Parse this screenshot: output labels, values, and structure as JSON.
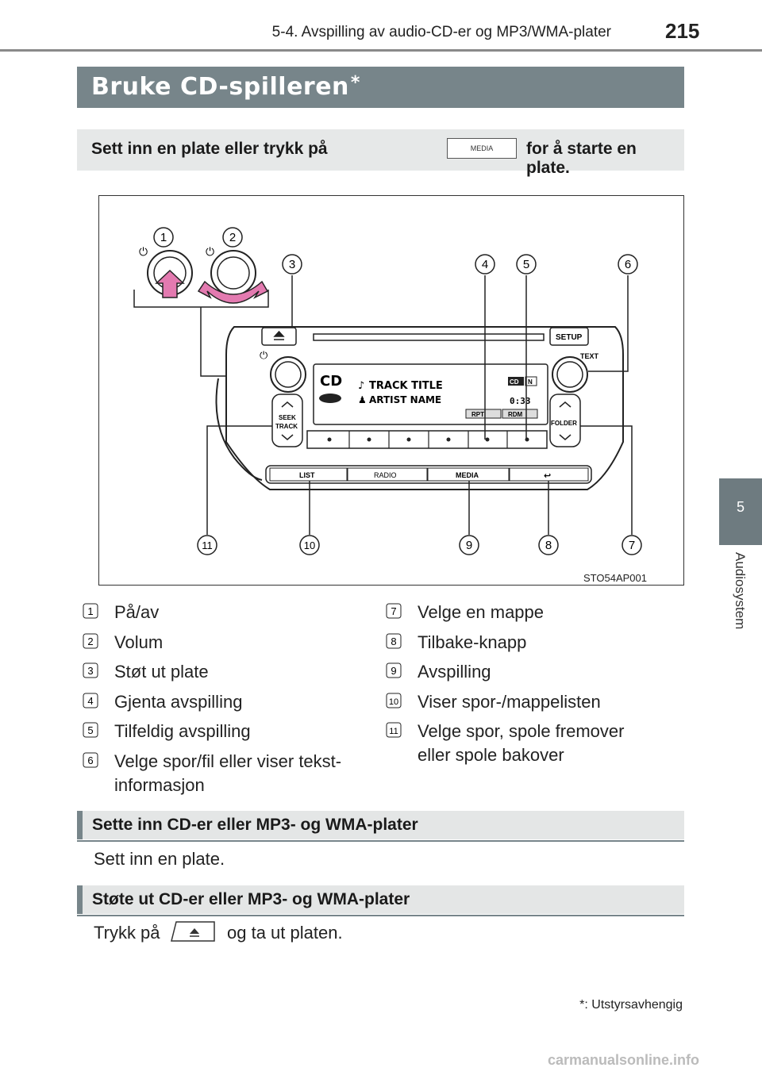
{
  "header": {
    "section": "5-4. Avspilling av audio-CD-er og MP3/WMA-plater",
    "page_number": "215"
  },
  "side_tab": {
    "number": "5",
    "label": "Audiosystem"
  },
  "title": {
    "text": "Bruke CD-spilleren",
    "mark": "*"
  },
  "instruction": {
    "before": "Sett inn en plate eller trykk på",
    "key_label": "MEDIA",
    "after": "for å starte en plate."
  },
  "figure": {
    "code": "STO54AP001",
    "display_track": "TRACK TITLE",
    "display_artist": "ARTIST NAME",
    "display_cd": "CD",
    "display_time": "0:33",
    "display_rpt": "RPT",
    "display_rdm": "RDM",
    "display_badge": "CD",
    "display_badge2": "N",
    "seek_label1": "SEEK",
    "seek_label2": "TRACK",
    "folder_label": "FOLDER",
    "setup_label": "SETUP",
    "text_label": "TEXT",
    "bottom_buttons": [
      "LIST",
      "RADIO",
      "MEDIA",
      "↩"
    ],
    "callouts": [
      "1",
      "2",
      "3",
      "4",
      "5",
      "6",
      "7",
      "8",
      "9",
      "10",
      "11"
    ]
  },
  "legend": {
    "left": [
      {
        "num": "1",
        "text": "På/av"
      },
      {
        "num": "2",
        "text": "Volum"
      },
      {
        "num": "3",
        "text": "Støt ut plate"
      },
      {
        "num": "4",
        "text": "Gjenta avspilling"
      },
      {
        "num": "5",
        "text": "Tilfeldig avspilling"
      },
      {
        "num": "6",
        "text_line1": "Velge spor/fil eller viser tekst-",
        "text_line2": "informasjon"
      }
    ],
    "right": [
      {
        "num": "7",
        "text": "Velge en mappe"
      },
      {
        "num": "8",
        "text": "Tilbake-knapp"
      },
      {
        "num": "9",
        "text": "Avspilling"
      },
      {
        "num": "10",
        "text": "Viser spor-/mappelisten"
      },
      {
        "num": "11",
        "text_line1": "Velge spor, spole fremover",
        "text_line2": "eller spole bakover"
      }
    ]
  },
  "sections": [
    {
      "heading": "Sette inn CD-er eller MP3- og WMA-plater",
      "body": "Sett inn en plate."
    },
    {
      "heading": "Støte ut CD-er eller MP3- og WMA-plater",
      "body_before": "Trykk på",
      "body_after": "og ta ut platen."
    }
  ],
  "footnote": "*: Utstyrsavhengig",
  "footer_watermark": "carmanualsonline.info",
  "colors": {
    "title_bar": "#77858a",
    "section_bg": "#e4e6e6",
    "instruction_bg": "#e6e8e8"
  }
}
